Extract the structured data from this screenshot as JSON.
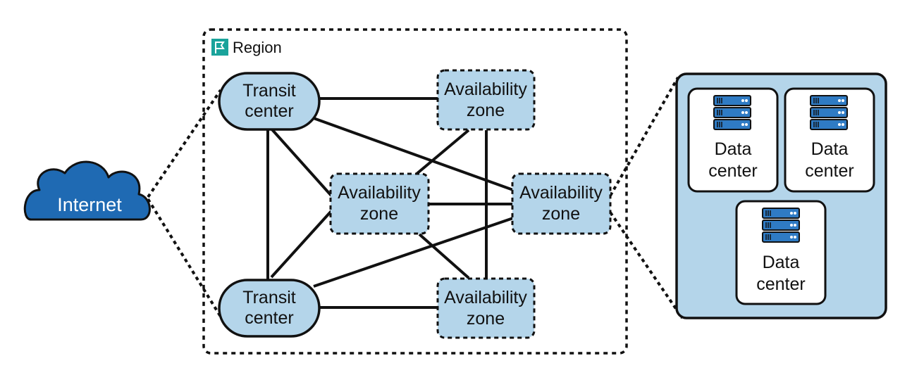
{
  "region": {
    "label": "Region"
  },
  "internet": {
    "label": "Internet"
  },
  "transit_centers": [
    {
      "line1": "Transit",
      "line2": "center"
    },
    {
      "line1": "Transit",
      "line2": "center"
    }
  ],
  "availability_zones": [
    {
      "line1": "Availability",
      "line2": "zone"
    },
    {
      "line1": "Availability",
      "line2": "zone"
    },
    {
      "line1": "Availability",
      "line2": "zone"
    },
    {
      "line1": "Availability",
      "line2": "zone"
    }
  ],
  "data_centers": [
    {
      "line1": "Data",
      "line2": "center"
    },
    {
      "line1": "Data",
      "line2": "center"
    },
    {
      "line1": "Data",
      "line2": "center"
    }
  ],
  "colors": {
    "node_fill": "#b4d5ea",
    "cloud_fill": "#1f6ab3",
    "flag_fill": "#1aa39b",
    "server_fill": "#2f7bc4",
    "stroke": "#111111"
  }
}
